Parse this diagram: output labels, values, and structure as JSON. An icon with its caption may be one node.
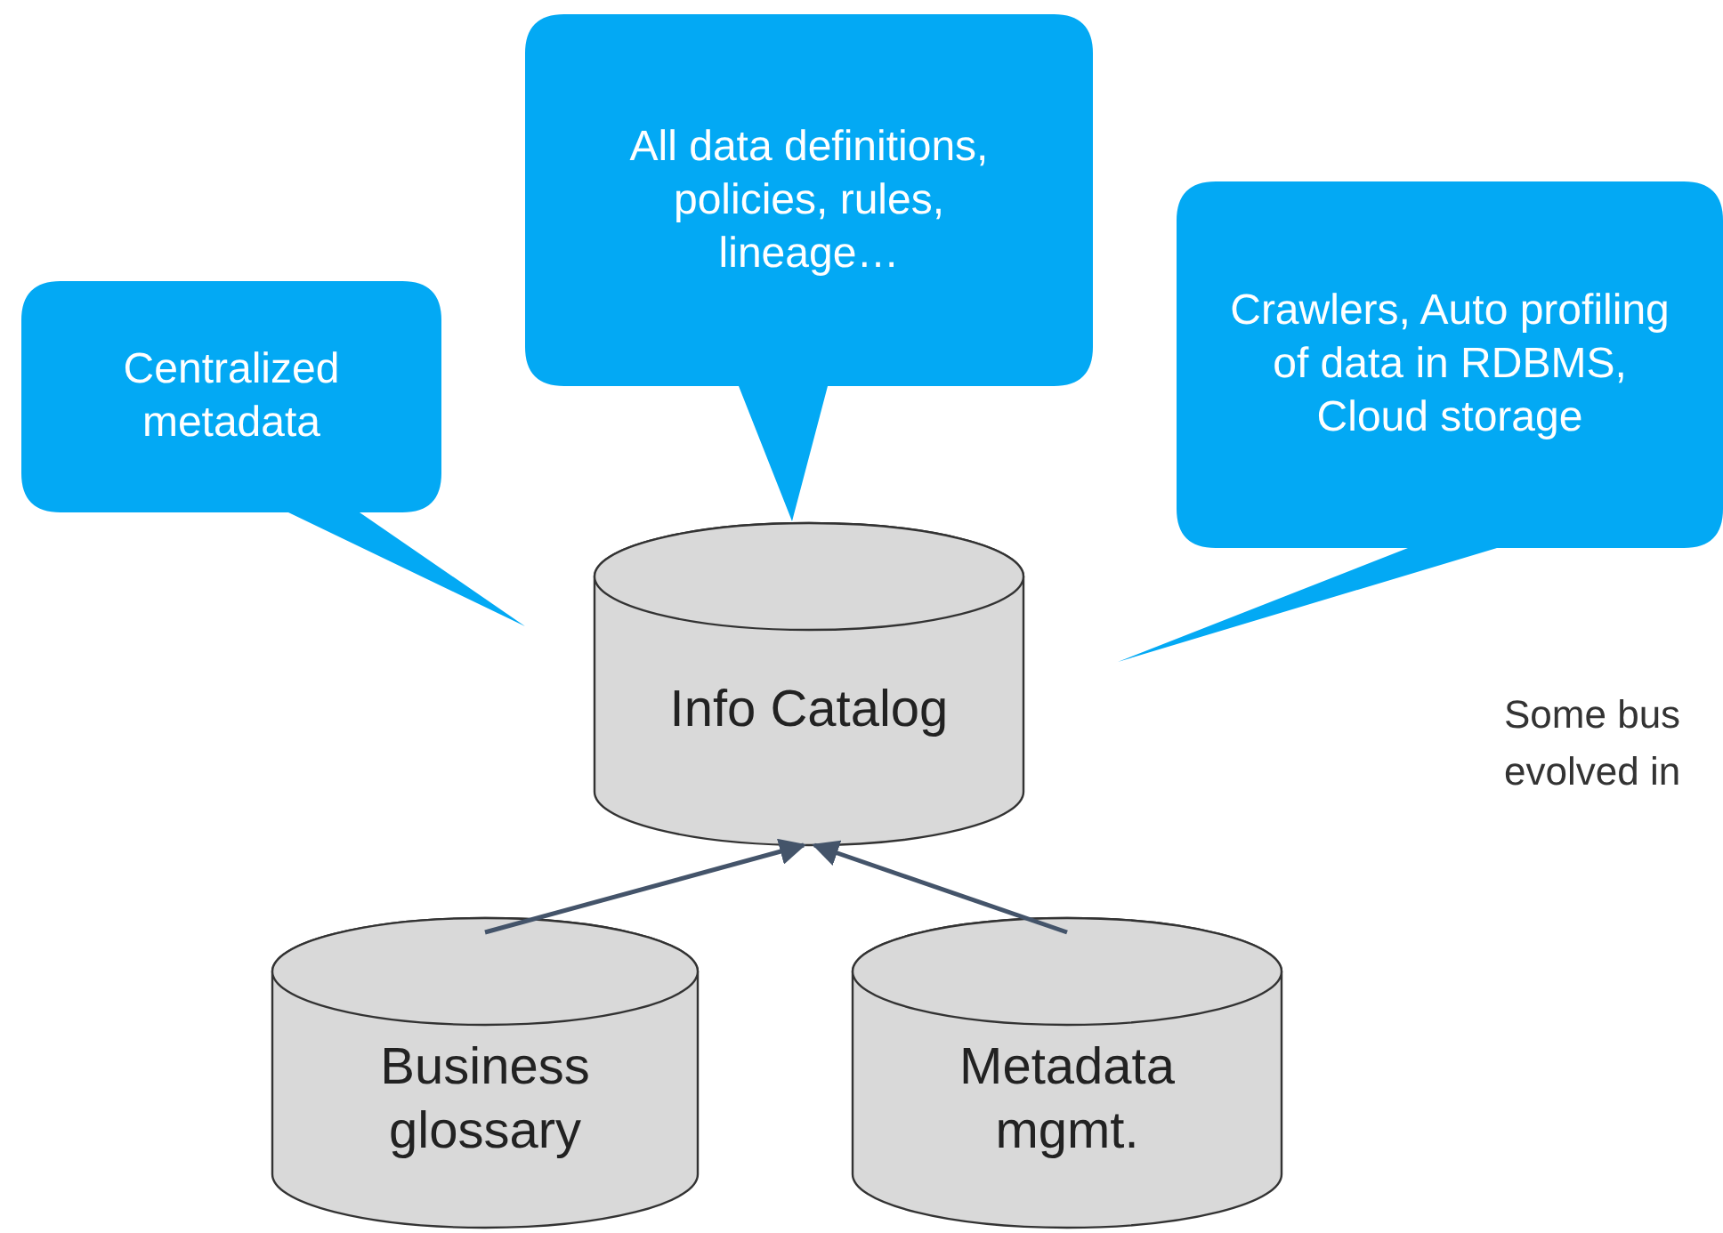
{
  "diagram": {
    "nodes": [
      {
        "text": [
          "Centralized metadata"
        ]
      },
      {
        "text": [
          "All data definitions, policies, rules, lineage…"
        ]
      },
      {
        "text": [
          "Crawlers, Auto profiling of data in RDBMS, Cloud storage"
        ]
      },
      {
        "text": [
          "Info Catalog"
        ]
      },
      {
        "text": [
          "Business glossary"
        ]
      },
      {
        "text": [
          "Metadata mgmt."
        ]
      }
    ],
    "edges": [
      {
        "from": 4,
        "to": 3,
        "arrow": "to"
      },
      {
        "from": 5,
        "to": 3,
        "arrow": "to"
      }
    ],
    "labels": [
      "Some bus evolved in"
    ]
  }
}
